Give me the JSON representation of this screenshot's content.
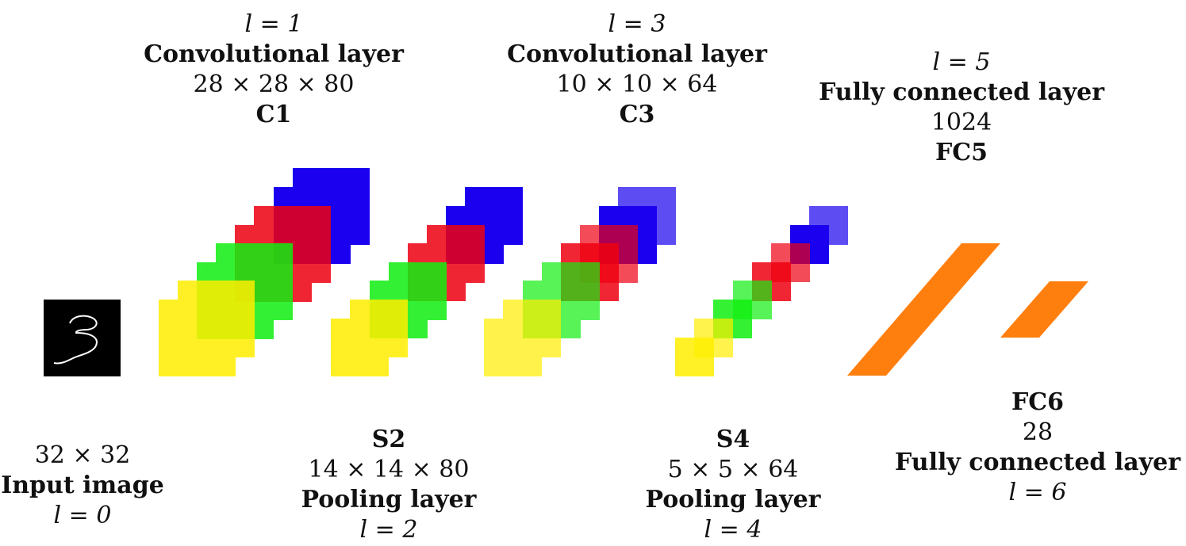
{
  "layers": {
    "c1": {
      "l": "l = 1",
      "type": "Convolutional layer",
      "dims": "28 × 28 × 80",
      "name": "C1"
    },
    "c3": {
      "l": "l = 3",
      "type": "Convolutional layer",
      "dims": "10 × 10 × 64",
      "name": "C3"
    },
    "fc5": {
      "l": "l = 5",
      "type": "Fully connected layer",
      "dims": "1024",
      "name": "FC5"
    },
    "input": {
      "dims": "32 × 32",
      "type": "Input image",
      "l": "l = 0"
    },
    "s2": {
      "name": "S2",
      "dims": "14 × 14 × 80",
      "type": "Pooling layer",
      "l": "l = 2"
    },
    "s4": {
      "name": "S4",
      "dims": "5 × 5 × 64",
      "type": "Pooling layer",
      "l": "l = 4"
    },
    "fc6": {
      "name": "FC6",
      "dims": "28",
      "type": "Fully connected layer",
      "l": "l = 6"
    }
  },
  "colors": {
    "yellow": "#ffee00",
    "green": "#11ee11",
    "red": "#ee0011",
    "blue": "#1a00ee",
    "orange": "#ff7f0e",
    "input_bg": "#000000"
  }
}
